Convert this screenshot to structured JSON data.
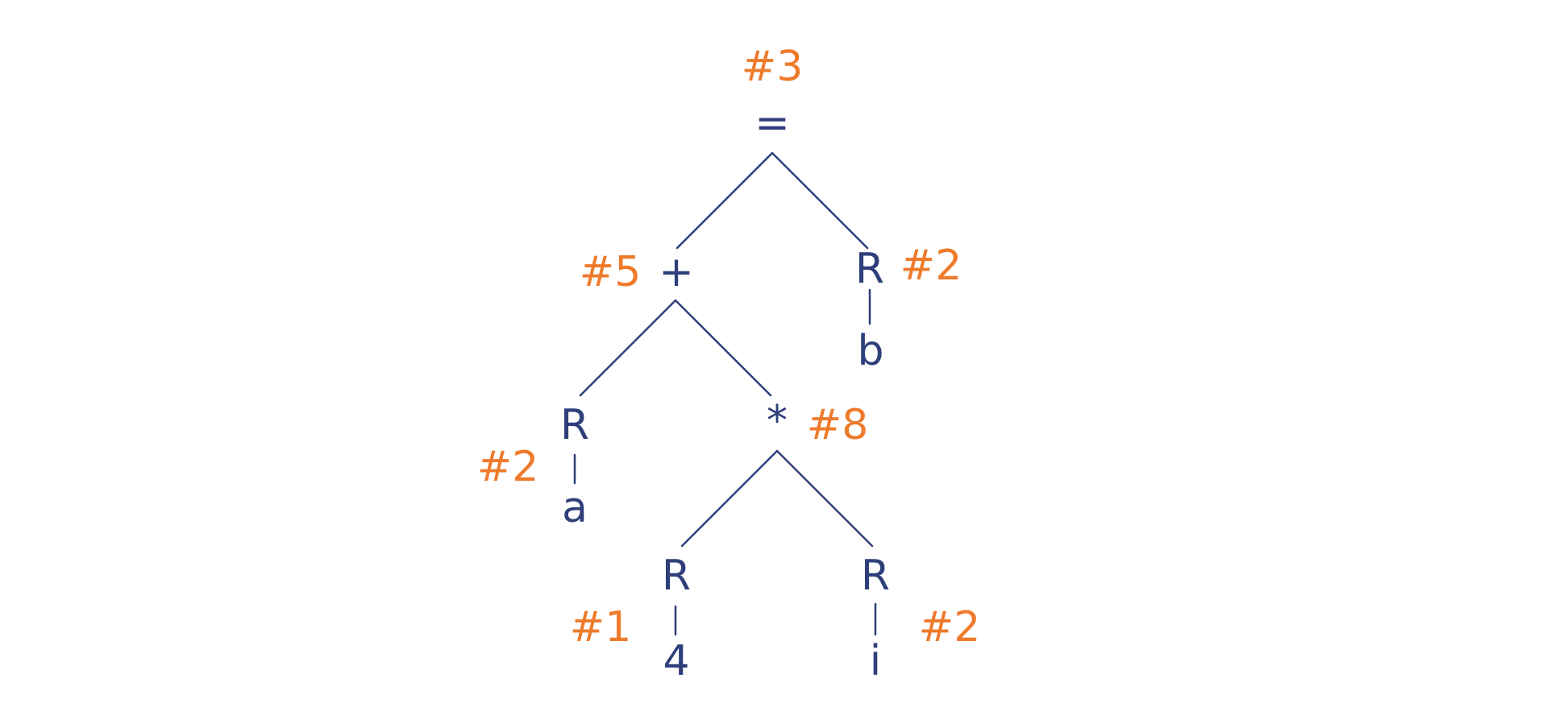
{
  "tree": {
    "nodes": {
      "root": "=",
      "plus": "+",
      "r_b": "R",
      "b": "b",
      "r_a": "R",
      "a": "a",
      "times": "*",
      "r_4": "R",
      "four": "4",
      "r_i": "R",
      "i": "i"
    },
    "labels": {
      "root": "#3",
      "plus": "#5",
      "r_b": "#2",
      "r_a": "#2",
      "times": "#8",
      "r_4": "#1",
      "r_i": "#2"
    }
  },
  "colors": {
    "node": "#2f3f7a",
    "label": "#ee7b2c",
    "edge": "#2f3f7a"
  }
}
